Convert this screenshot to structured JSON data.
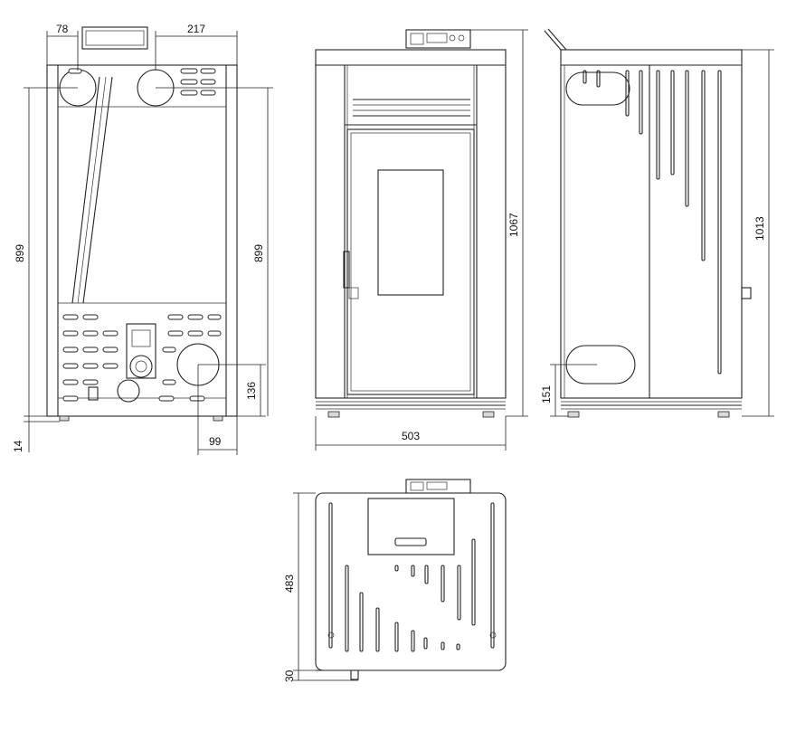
{
  "dimensions": {
    "rear_left_offset": "78",
    "rear_right_offset": "217",
    "rear_height_left": "899",
    "rear_height_right": "899",
    "rear_feet": "14",
    "rear_outlet_height": "136",
    "rear_outlet_offset": "99",
    "front_width": "503",
    "front_height": "1067",
    "side_height": "1013",
    "side_inlet_height": "151",
    "top_depth": "483",
    "top_handle": "30"
  },
  "colors": {
    "line": "#222222",
    "background": "#ffffff"
  }
}
